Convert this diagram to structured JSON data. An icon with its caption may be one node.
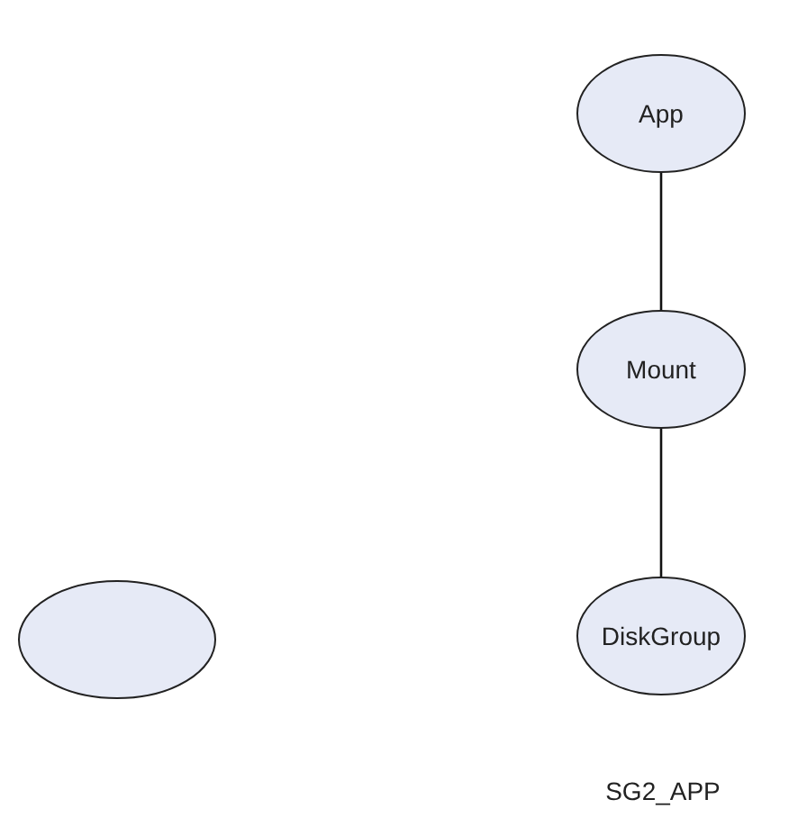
{
  "diagram": {
    "nodes": [
      {
        "text": [
          "App"
        ]
      },
      {
        "text": [
          "Mount"
        ]
      },
      {
        "text": [],
        "shape": "ellipse"
      },
      {
        "text": [
          "DiskGroup"
        ]
      }
    ],
    "edges": [
      {
        "from": 0,
        "to": 1,
        "arrow": "none"
      },
      {
        "from": 1,
        "to": 3,
        "arrow": "none"
      }
    ],
    "labels": [
      "SG2_APP"
    ]
  }
}
